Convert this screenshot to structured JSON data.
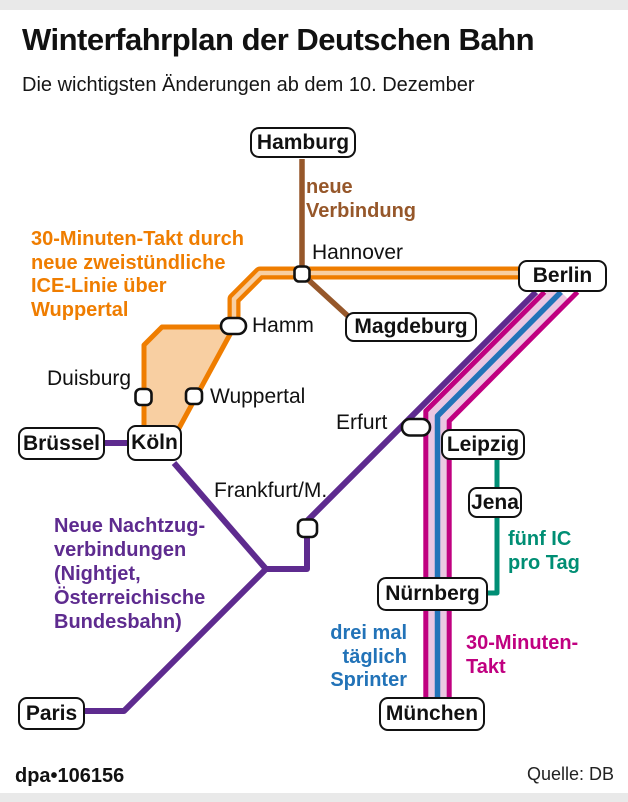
{
  "header": {
    "title": "Winterfahrplan der Deutschen Bahn",
    "subtitle": "Die wichtigsten Änderungen ab dem 10. Dezember"
  },
  "map": {
    "boxed_cities": [
      "Hamburg",
      "Berlin",
      "Magdeburg",
      "Brüssel",
      "Köln",
      "Leipzig",
      "Jena",
      "Nürnberg",
      "München",
      "Paris"
    ],
    "station_labels": [
      "Hannover",
      "Hamm",
      "Duisburg",
      "Wuppertal",
      "Erfurt",
      "Frankfurt/M."
    ],
    "annotations": {
      "new_connection": "neue\nVerbindung",
      "ice_wuppertal": "30-Minuten-Takt durch\nneue zweistündliche\nICE-Linie über\nWuppertal",
      "nightjet": "Neue Nachtzug-\nverbindungen\n(Nightjet,\nÖsterreichische\nBundesbahn)",
      "sprinter": "drei mal\ntäglich\nSprinter",
      "takt30": "30-Minuten-\nTakt",
      "ic_jena": "fünf IC\npro Tag"
    },
    "legend_colors": {
      "orange_line": "#ef7d00",
      "orange_fill": "#f8cfa2",
      "brown_line": "#96572a",
      "purple_line": "#5e2b8f",
      "magenta_line": "#c00080",
      "pink_band": "#ebc7e2",
      "blue_line": "#2273b8",
      "teal_line": "#008e74"
    }
  },
  "footer": {
    "credit": "dpa•106156",
    "source": "Quelle: DB"
  }
}
